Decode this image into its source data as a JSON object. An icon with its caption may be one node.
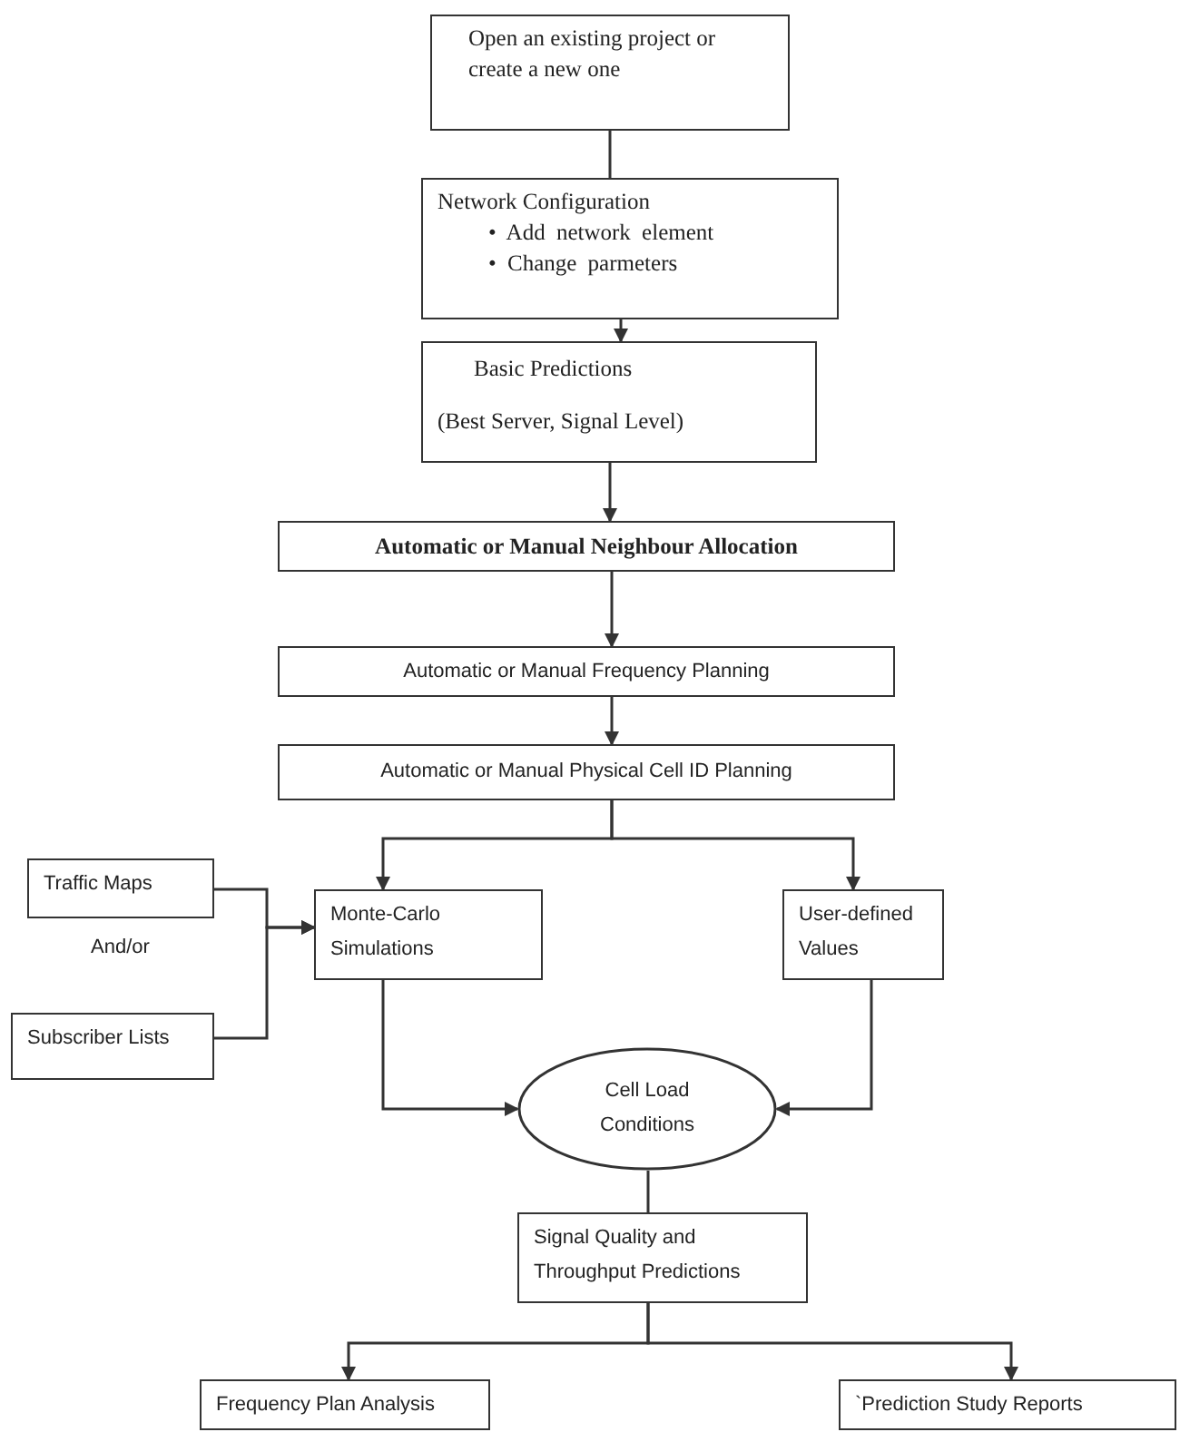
{
  "diagram": {
    "nodes": [
      {
        "text": [
          "Open an existing project or create a new one"
        ]
      },
      {
        "text": [
          "Network Configuration",
          "• Add network element",
          "• Change parmeters"
        ]
      },
      {
        "text": [
          "Basic Predictions",
          "(Best Server, Signal Level)"
        ]
      },
      {
        "text": [
          "Automatic or Manual Neighbour Allocation"
        ]
      },
      {
        "text": [
          "Automatic  or Manual Frequency Planning"
        ]
      },
      {
        "text": [
          "Automatic  or Manual Physical Cell ID Planning"
        ]
      },
      {
        "text": [
          "Traffic Maps"
        ]
      },
      {
        "text": [
          "Subscriber Lists"
        ]
      },
      {
        "text": [
          "Monte-Carlo Simulations"
        ]
      },
      {
        "text": [
          "User-defined Values"
        ]
      },
      {
        "text": [
          "Cell Load Conditions"
        ]
      },
      {
        "text": [
          "Signal Quality and Throughput Predictions"
        ]
      },
      {
        "text": [
          "Frequency Plan Analysis"
        ]
      },
      {
        "text": [
          "`Prediction Study Reports"
        ]
      }
    ],
    "edges": [
      {
        "from": 0,
        "to": 1,
        "arrow": "none"
      },
      {
        "from": 1,
        "to": 2,
        "arrow": "to"
      },
      {
        "from": 2,
        "to": 3,
        "arrow": "to"
      },
      {
        "from": 3,
        "to": 4,
        "arrow": "to"
      },
      {
        "from": 4,
        "to": 5,
        "arrow": "to"
      },
      {
        "from": 5,
        "to": 8,
        "arrow": "to"
      },
      {
        "from": 5,
        "to": 9,
        "arrow": "to"
      },
      {
        "from": 6,
        "to": 8,
        "arrow": "to"
      },
      {
        "from": 7,
        "to": 8,
        "arrow": "to"
      },
      {
        "from": 8,
        "to": 10,
        "arrow": "to"
      },
      {
        "from": 9,
        "to": 10,
        "arrow": "to"
      },
      {
        "from": 10,
        "to": 11,
        "arrow": "none"
      },
      {
        "from": 11,
        "to": 12,
        "arrow": "to"
      },
      {
        "from": 11,
        "to": 13,
        "arrow": "to"
      }
    ],
    "labels": [
      "And/or"
    ]
  }
}
